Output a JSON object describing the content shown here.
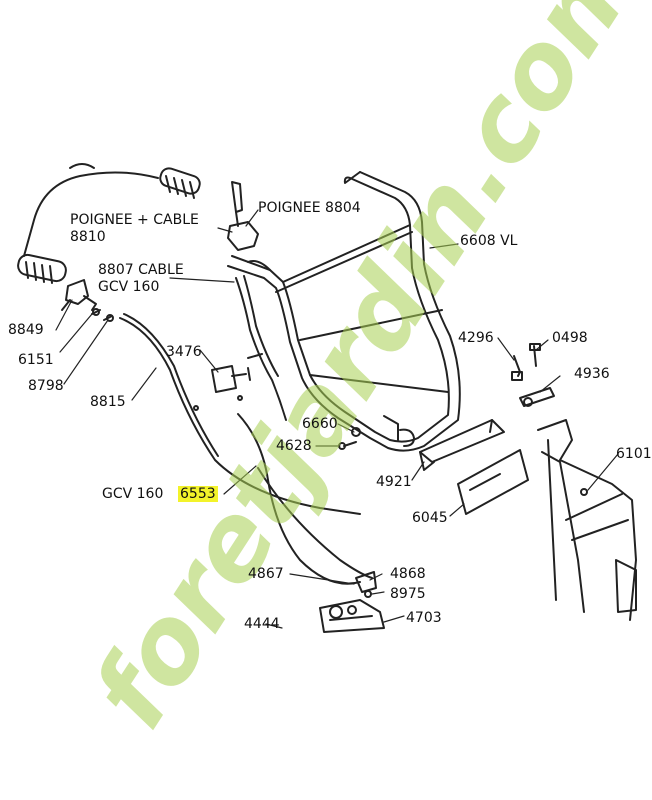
{
  "parts": {
    "poignee_cable_line1": "POIGNEE + CABLE",
    "poignee_cable_line2": "8810",
    "poignee_8804": "POIGNEE 8804",
    "cable_8807_line1": "8807 CABLE",
    "cable_8807_line2": "GCV 160",
    "p6608": "6608 VL",
    "p8849": "8849",
    "p6151": "6151",
    "p8798": "8798",
    "p3476": "3476",
    "p8815": "8815",
    "p4296": "4296",
    "p0498": "0498",
    "p4936": "4936",
    "p6660": "6660",
    "p4628": "4628",
    "p4921": "4921",
    "p6101": "6101",
    "gcv160_prefix": "GCV 160",
    "p6553": "6553",
    "p6045": "6045",
    "p4867": "4867",
    "p4868": "4868",
    "p8975": "8975",
    "p4444": "4444",
    "p4703": "4703"
  },
  "watermark": {
    "text": "foretjardin.com",
    "color_main": "#a8cf52",
    "color_accent": "#f0a23c",
    "color_dark": "#b7b3a5"
  },
  "highlight_color": "#f3f32a"
}
